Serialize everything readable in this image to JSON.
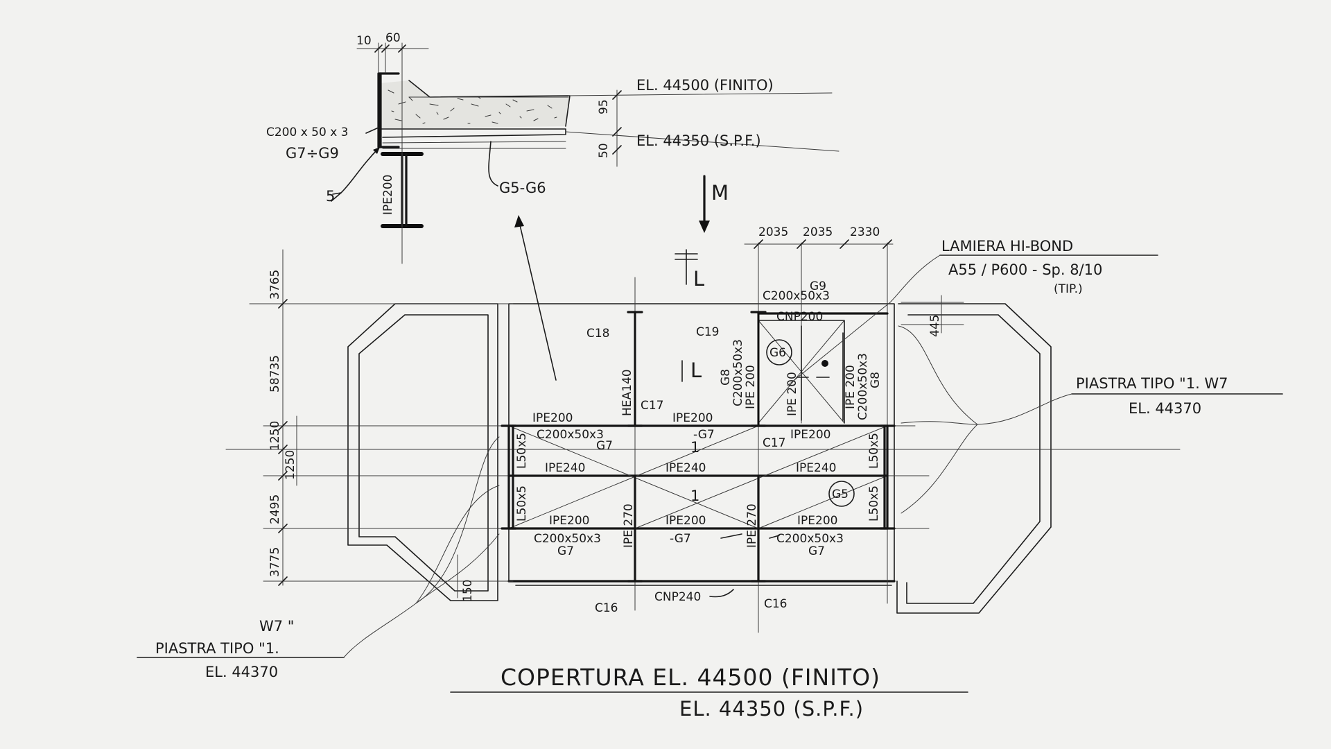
{
  "section_detail": {
    "dim_top_a": "10",
    "dim_top_b": "60",
    "el_finito": "EL. 44500 (FINITO)",
    "el_spf": "EL. 44350 (S.P.F.)",
    "dim_95": "95",
    "dim_50": "50",
    "channel_label": "C200 x 50 x 3",
    "g_range": "G7÷G9",
    "weld_mark": "5",
    "beam_label": "IPE200",
    "g5_g6": "G5-G6"
  },
  "view_marker": "M",
  "lamiera": {
    "line1": "LAMIERA HI-BOND",
    "line2": "A55 / P600 - Sp. 8/10",
    "line3": "(TIP.)"
  },
  "plate_right": {
    "line1": "PIASTRA TIPO \"1. W7",
    "line2": "EL. 44370"
  },
  "plate_left": {
    "w": "W7 \"",
    "line1": "PIASTRA TIPO \"1.",
    "line2": "EL. 44370"
  },
  "plan": {
    "top_dims": [
      "2035",
      "2035",
      "2330"
    ],
    "left_dims": [
      "3765",
      "58735",
      "1250",
      "1250",
      "2495",
      "3775"
    ],
    "dim_445": "445",
    "dim_150": "150",
    "section_mark": "L",
    "c18": "C18",
    "c19": "C19",
    "c17a": "C17",
    "c17b": "C17",
    "c16a": "C16",
    "c16b": "C16",
    "hea140": "HEA140",
    "cnp200": "CNP200",
    "c200x50x3_a": "C200x50x3",
    "g9": "G9",
    "g6_circle": "G6",
    "g8a": "G8",
    "ipe200_a": "IPE200",
    "c200x50x3_b": "C200x50x3",
    "ipe200_b": "IPE 200",
    "ipe200_c": "IPE 200",
    "ipe200_d": "IPE 200",
    "c200x50x3_c": "C200x50x3",
    "g8b": "G8",
    "row1_ipe_l": "IPE200",
    "row1_c200_l": "C200x50x3",
    "row1_g7_l": "G7",
    "row1_ipe_m": "IPE200",
    "row1_g7_m": "-G7",
    "row1_ipe_r": "IPE200",
    "num1_a": "1",
    "row2_l": "IPE240",
    "row2_m": "IPE240",
    "row2_r": "IPE240",
    "num1_b": "1",
    "g5_circle": "G5",
    "ipe270_a": "IPE 270",
    "ipe270_b": "IPE 270",
    "row3_ipe_l": "IPE200",
    "row3_c200_l": "C200x50x3",
    "row3_g7_l": "G7",
    "row3_ipe_m": "IPE200",
    "row3_g7_m": "-G7",
    "row3_ipe_r": "IPE200",
    "row3_c200_r": "C200x50x3",
    "row3_g7_r": "G7",
    "cnp240": "CNP240",
    "side_l1": "L50x5",
    "side_l2": "L50x5",
    "side_r1": "L50x5",
    "side_r2": "L50x5"
  },
  "title": {
    "line1": "COPERTURA EL. 44500 (FINITO)",
    "line2": "EL. 44350 (S.P.F.)"
  }
}
